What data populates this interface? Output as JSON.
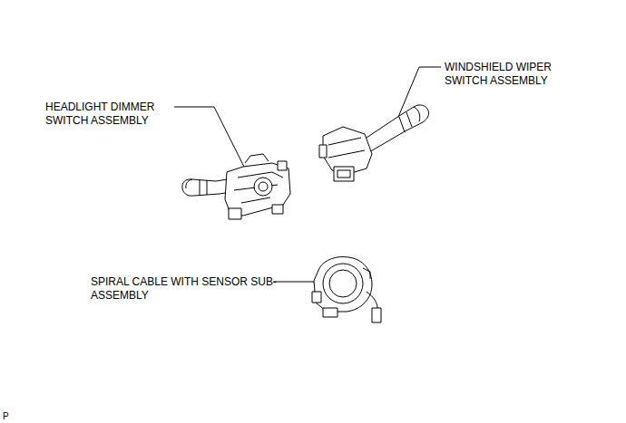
{
  "diagram": {
    "labels": [
      "HEADLIGHT DIMMER SWITCH ASSEMBLY",
      "WINDSHIELD WIPER SWITCH ASSEMBLY",
      "SPIRAL CABLE WITH SENSOR SUB-ASSEMBLY",
      "P"
    ]
  }
}
